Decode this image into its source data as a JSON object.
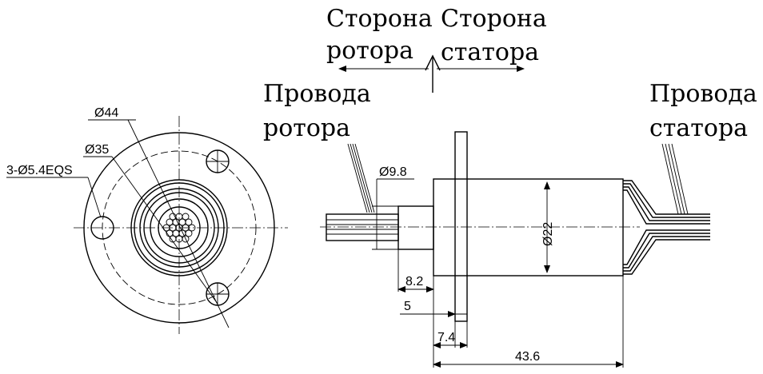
{
  "labels": {
    "rotor_side_line1": "Сторона",
    "rotor_side_line2": "ротора",
    "stator_side_line1": "Сторона",
    "stator_side_line2": "статора",
    "rotor_wires_line1": "Провода",
    "rotor_wires_line2": "ротора",
    "stator_wires_line1": "Провода",
    "stator_wires_line2": "статора"
  },
  "dimensions": {
    "outer_diameter": "Ø44",
    "bolt_circle": "Ø35",
    "mount_holes": "3-Ø5.4EQS",
    "shaft_diameter": "Ø9.8",
    "body_diameter": "Ø22",
    "shaft_length": "8.2",
    "flange_offset": "5",
    "flange_width": "7.4",
    "total_length": "43.6"
  }
}
